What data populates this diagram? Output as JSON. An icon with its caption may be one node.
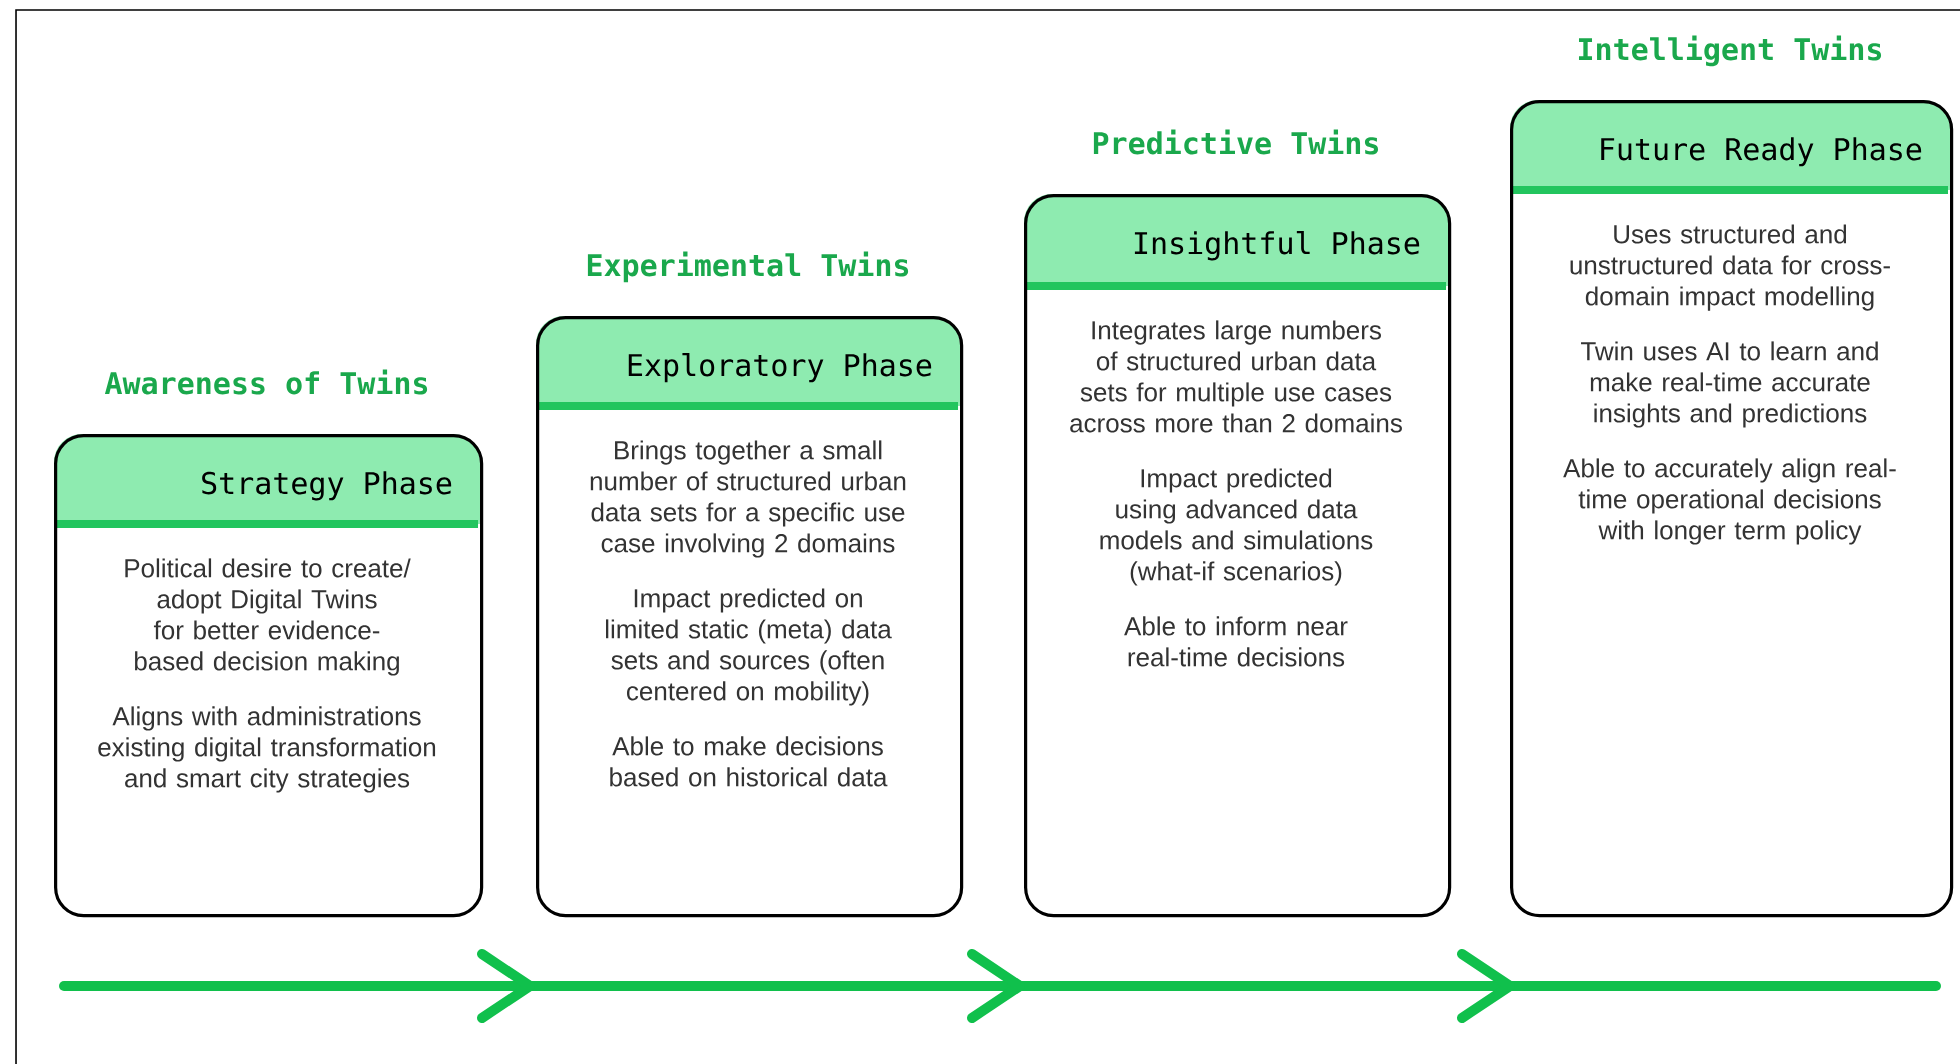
{
  "diagram": {
    "nodes": [
      {
        "text": [
          "Awareness of Twins",
          "Strategy Phase",
          "Political desire to create/ adopt Digital Twins for better evidence-based decision making",
          "Aligns with administrations existing digital transformation and smart city strategies"
        ]
      },
      {
        "text": [
          "Experimental Twins",
          "Exploratory Phase",
          "Brings together a small number of structured urban data sets for a specific use case involving 2 domains",
          "Impact predicted on limited static (meta) data sets and sources (often centered on mobility)",
          "Able to make decisions based on historical data"
        ]
      },
      {
        "text": [
          "Predictive Twins",
          "Insightful Phase",
          "Integrates large numbers of structured urban data sets for multiple use cases across more than 2 domains",
          "Impact predicted using advanced data models and simulations (what-if scenarios)",
          "Able to inform near real-time decisions"
        ]
      },
      {
        "text": [
          "Intelligent Twins",
          "Future Ready Phase",
          "Uses structured and unstructured data for cross-domain impact modelling",
          "Twin uses AI to learn and make real-time accurate insights and predictions",
          "Able to accurately align real-time operational decisions with longer term policy"
        ]
      }
    ]
  }
}
